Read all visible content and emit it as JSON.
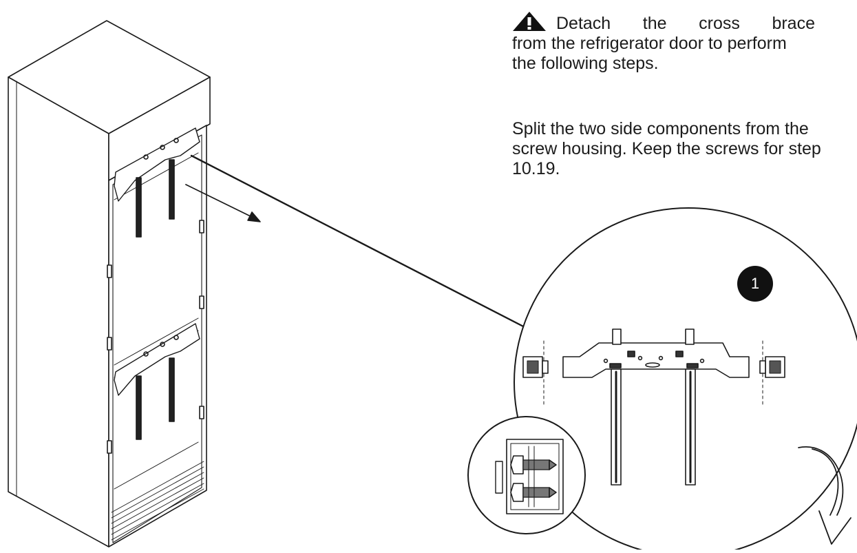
{
  "instructions": {
    "warning_text_line1": "Detach the cross brace",
    "warning_text_rest": "from the refrigerator door to perform the following steps.",
    "note_text": "Split the two side components from the screw housing. Keep the screws for step 10.19."
  },
  "callout": {
    "step_badge": "1"
  },
  "icons": {
    "warning": "warning-triangle-icon",
    "curved_arrow": "curved-arrow-down-icon"
  },
  "colors": {
    "line": "#1a1a1a",
    "badge_bg": "#111111",
    "badge_text": "#ffffff",
    "background": "#ffffff"
  }
}
